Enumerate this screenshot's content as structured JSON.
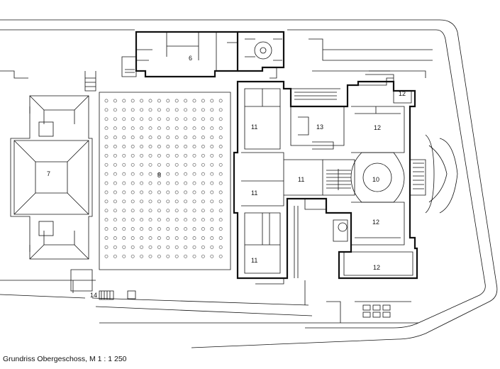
{
  "caption": "Grundriss Obergeschoss, M 1 : 1 250",
  "rooms": {
    "r6": "6",
    "r7": "7",
    "r8": "8",
    "r10": "10",
    "r11a": "11",
    "r11b": "11",
    "r11c": "11",
    "r11d": "11",
    "r12a": "12",
    "r12b": "12",
    "r12c": "12",
    "r12d": "12",
    "r13": "13",
    "r14": "14"
  }
}
